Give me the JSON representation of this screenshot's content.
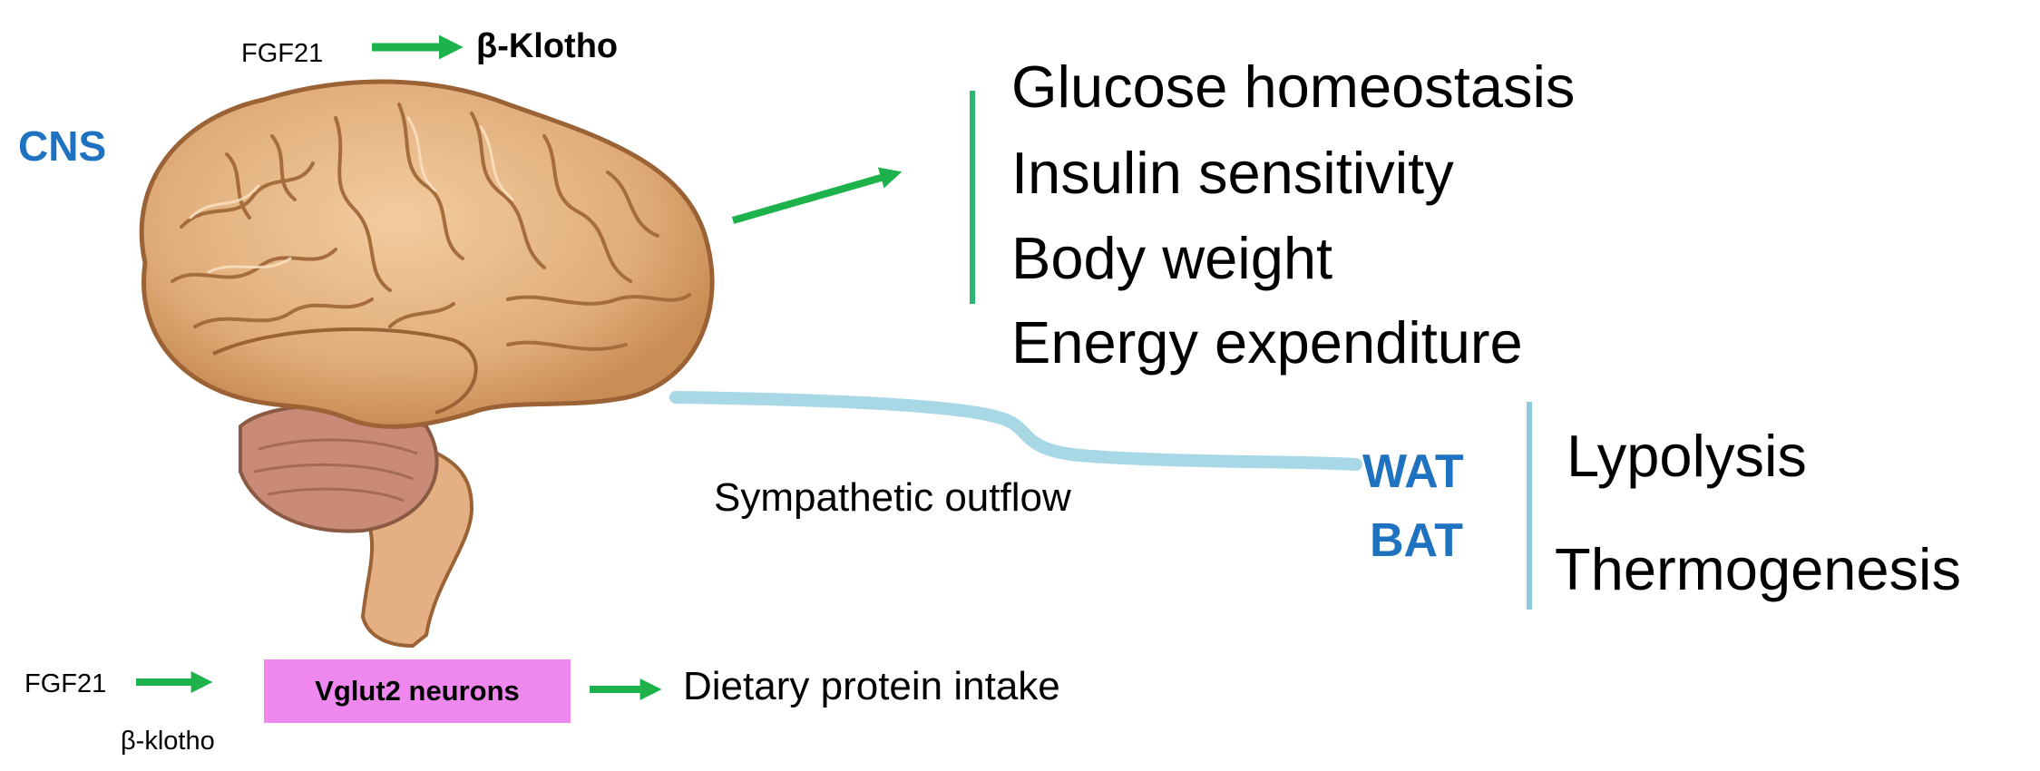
{
  "top": {
    "ligand": "FGF21",
    "receptor": "β-Klotho"
  },
  "cns_label": "CNS",
  "outcomes": [
    "Glucose homeostasis",
    "Insulin sensitivity",
    "Body weight",
    "Energy expenditure"
  ],
  "sympathetic": {
    "label": "Sympathetic outflow",
    "tissues": [
      "WAT",
      "BAT"
    ],
    "effects": [
      "Lypolysis",
      "Thermogenesis"
    ]
  },
  "bottom": {
    "ligand": "FGF21",
    "receptor": "β-klotho",
    "neurons": "Vglut2 neurons",
    "effect": "Dietary protein intake"
  },
  "colors": {
    "arrow_green": "#1db24b",
    "label_blue": "#1f72c0",
    "nerve_blue": "#a8d8e6",
    "divider_green": "#2bb673",
    "divider_blue": "#8ec9df",
    "vglut_box": "#ee88ee",
    "brain_fill": "#e3b483",
    "brain_outline": "#9a6235"
  },
  "icons": [
    "brain-illustration",
    "arrow-right-icon"
  ]
}
